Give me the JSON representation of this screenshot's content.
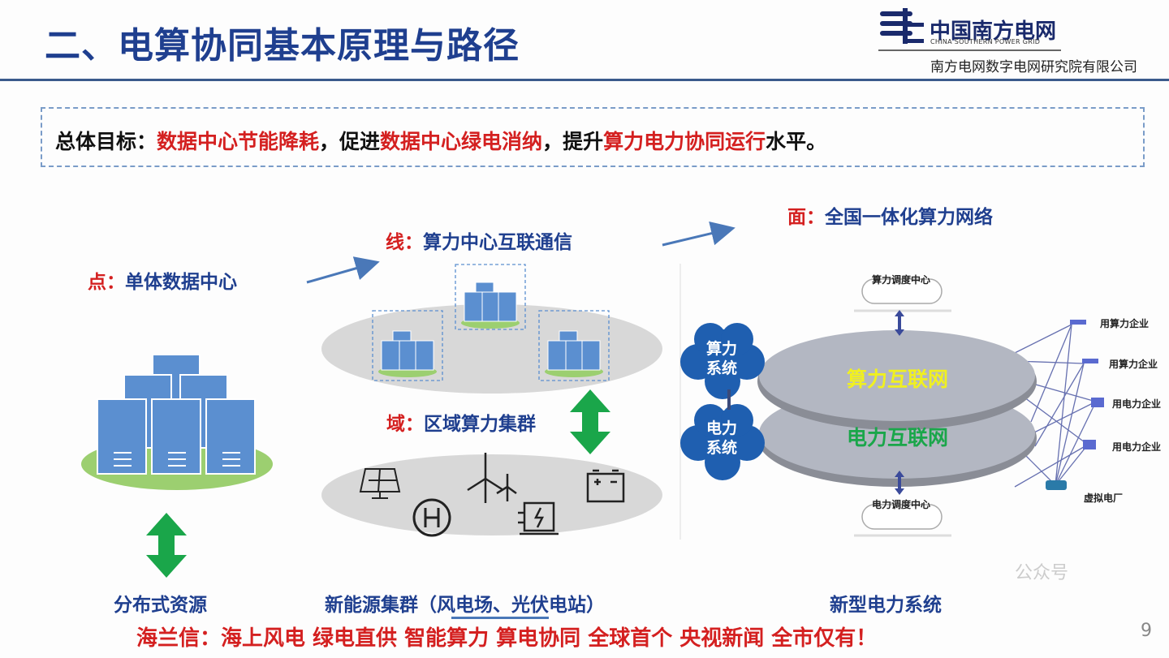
{
  "header": {
    "title": "二、电算协同基本原理与路径",
    "logo_cn": "中国南方电网",
    "logo_en": "CHINA SOUTHERN POWER GRID",
    "logo_sub": "南方电网数字电网研究院有限公司"
  },
  "goal": {
    "prefix": "总体目标：",
    "h1": "数据中心节能降耗",
    "mid1": "，促进",
    "h2": "数据中心绿电消纳",
    "mid2": "，提升",
    "h3": "算力电力协同运行",
    "suffix": "水平。"
  },
  "levels": {
    "point": {
      "key": "点：",
      "text": "单体数据中心"
    },
    "line": {
      "key": "线：",
      "text": "算力中心互联通信"
    },
    "plane": {
      "key": "面：",
      "text": "全国一体化算力网络"
    },
    "domain": {
      "key": "域：",
      "text": "区域算力集群"
    }
  },
  "network": {
    "compute_system": "算力\n系统",
    "power_system": "电力\n系统",
    "compute_net": "算力互联网",
    "power_net": "电力互联网",
    "compute_dispatch": "算力调度中心",
    "power_dispatch": "电力调度中心",
    "users": [
      "用算力企业",
      "用算力企业",
      "用电力企业",
      "用电力企业"
    ],
    "vpp": "虚拟电厂"
  },
  "bottom_labels": {
    "left": "分布式资源",
    "middle": "新能源集群（风电场、光伏电站）",
    "right": "新型电力系统"
  },
  "promo": "海兰信：海上风电 绿电直供 智能算力 算电协同 全球首个 央视新闻 全市仅有！",
  "page_number": "9",
  "watermark": "公众号",
  "colors": {
    "title": "#1f3f8f",
    "highlight": "#d42020",
    "arrow_green": "#1aa64a",
    "server_blue": "#5b8fd0"
  }
}
